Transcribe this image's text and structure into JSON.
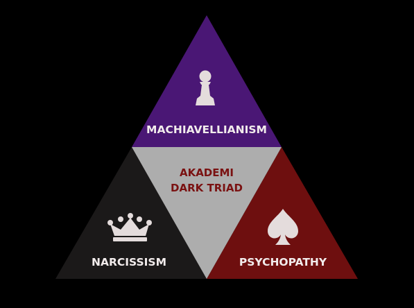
{
  "diagram": {
    "center": {
      "line1": "AKADEMI",
      "line2": "DARK TRIAD",
      "fill": "#adadad",
      "text_color": "#7a1111"
    },
    "top": {
      "label": "MACHIAVELLIANISM",
      "icon": "pawn-icon",
      "fill": "#4a1775",
      "text_color": "#f2ecec"
    },
    "bottom_left": {
      "label": "NARCISSISM",
      "icon": "crown-icon",
      "fill": "#1b1919",
      "text_color": "#f2ecec"
    },
    "bottom_right": {
      "label": "PSYCHOPATHY",
      "icon": "spade-icon",
      "fill": "#6e0f0f",
      "text_color": "#f2ecec"
    },
    "icon_color": "#e4dcdc",
    "background": "#000000"
  }
}
